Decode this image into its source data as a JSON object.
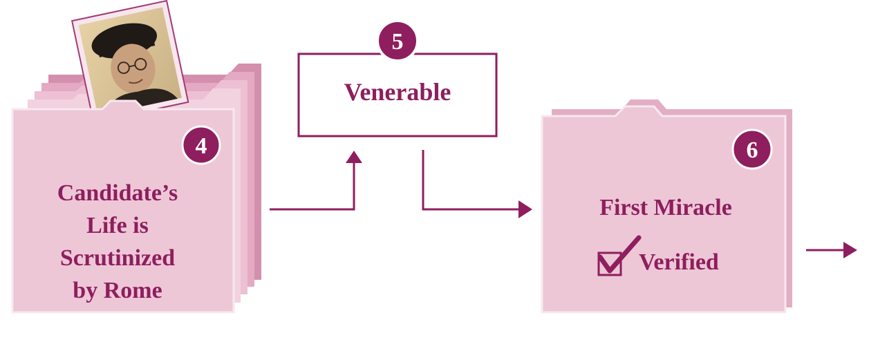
{
  "steps": [
    {
      "number": "4",
      "lines": [
        "Candidate’s",
        "Life is",
        "Scrutinized",
        "by Rome"
      ]
    },
    {
      "number": "5",
      "title": "Venerable"
    },
    {
      "number": "6",
      "title": "First Miracle",
      "status": "Verified"
    }
  ],
  "colors": {
    "accent": "#8e1e5e",
    "folder_fill": "#edc7d6",
    "folder_fill_dark": "#e2aec4",
    "folder_edge": "#f6e4ec",
    "photo_sepia": "#d8c49a"
  },
  "icons": {
    "portrait": "portrait-photo",
    "check": "checkbox-check-icon"
  }
}
